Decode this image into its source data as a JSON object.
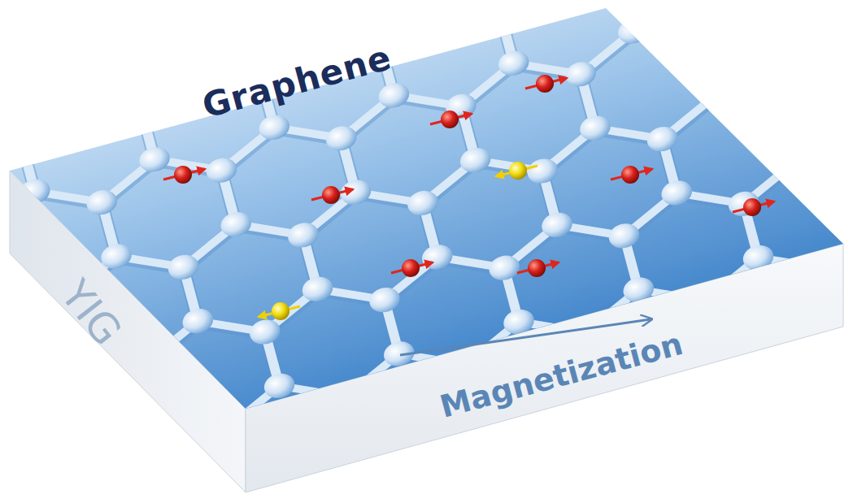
{
  "diagram": {
    "labels": [
      "Graphene",
      "YIG",
      "Magnetization"
    ]
  }
}
